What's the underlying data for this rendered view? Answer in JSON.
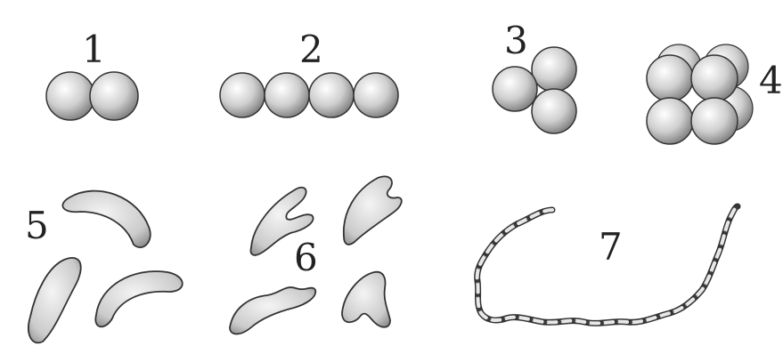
{
  "labels": {
    "l1": "1",
    "l2": "2",
    "l3": "3",
    "l4": "4",
    "l5": "5",
    "l6": "6",
    "l7": "7"
  },
  "colors": {
    "ink": "#222222",
    "cell_fill": "#e6e6e6",
    "shade": "#9a9a9a"
  }
}
